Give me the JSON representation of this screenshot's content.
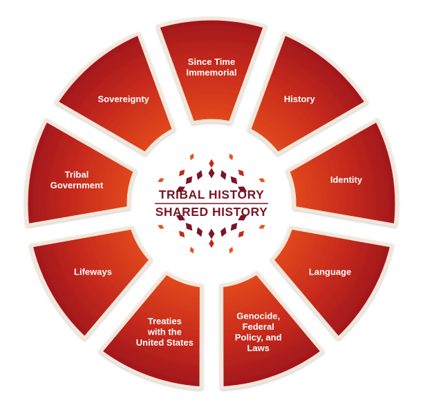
{
  "center": {
    "line1": "TRIBAL HISTORY",
    "line2": "SHARED HISTORY"
  },
  "segments": [
    {
      "name": "since-time-immemorial",
      "lines": [
        "Since Time",
        "Immemorial"
      ]
    },
    {
      "name": "history",
      "lines": [
        "History"
      ]
    },
    {
      "name": "identity",
      "lines": [
        "Identity"
      ]
    },
    {
      "name": "language",
      "lines": [
        "Language"
      ]
    },
    {
      "name": "genocide-federal-policy-laws",
      "lines": [
        "Genocide,",
        "Federal",
        "Policy, and",
        "Laws"
      ]
    },
    {
      "name": "treaties",
      "lines": [
        "Treaties",
        "with the",
        "United States"
      ]
    },
    {
      "name": "lifeways",
      "lines": [
        "Lifeways"
      ]
    },
    {
      "name": "tribal-government",
      "lines": [
        "Tribal",
        "Government"
      ]
    },
    {
      "name": "sovereignty",
      "lines": [
        "Sovereignty"
      ]
    }
  ],
  "colors": {
    "segment_center": "#e24a1a",
    "segment_edge": "#a0141e",
    "segment_border": "#f2e6d9",
    "logo_dark": "#7a1626",
    "logo_red": "#c32a1c",
    "logo_orange": "#e8541c"
  }
}
